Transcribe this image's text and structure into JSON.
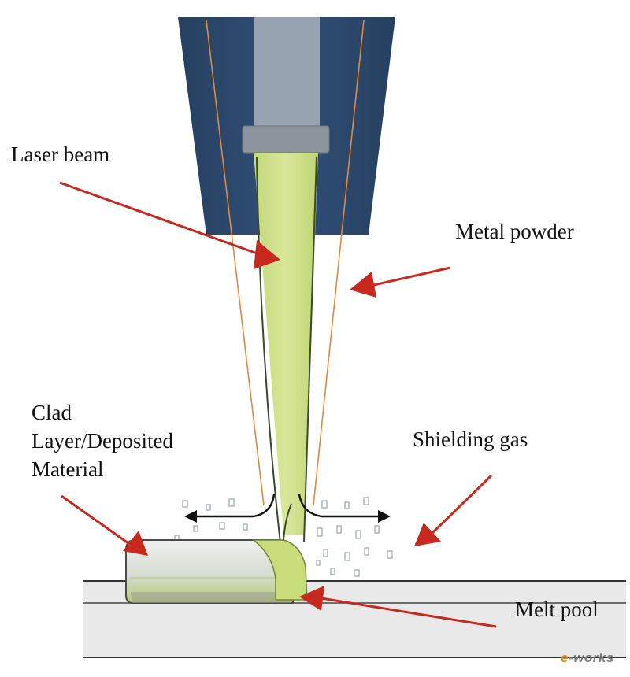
{
  "labels": {
    "laser_beam": "Laser beam",
    "metal_powder": "Metal powder",
    "clad_line1": "Clad",
    "clad_line2": "Layer/Deposited",
    "clad_line3": "Material",
    "shielding_gas": "Shielding gas",
    "melt_pool": "Melt pool"
  },
  "watermark": {
    "lead": "e",
    "rest": "works"
  },
  "colors": {
    "nozzle": "#2d4a6e",
    "nozzle_core": "#9aa5b3",
    "collar": "#8a929c",
    "laser": "#cfe08a",
    "laser_edge": "#7f9a3a",
    "powder_stream": "#e08a3a",
    "arrow": "#c82a22",
    "substrate": "#e6e6e6",
    "substrate_line": "#333333",
    "clad_top": "#e9ecea",
    "clad_bottom": "#b8cf7a",
    "melt_pool": "#c8dc7c",
    "gas_particles": "#a8b0bc",
    "watermark": "#e08a2a"
  }
}
